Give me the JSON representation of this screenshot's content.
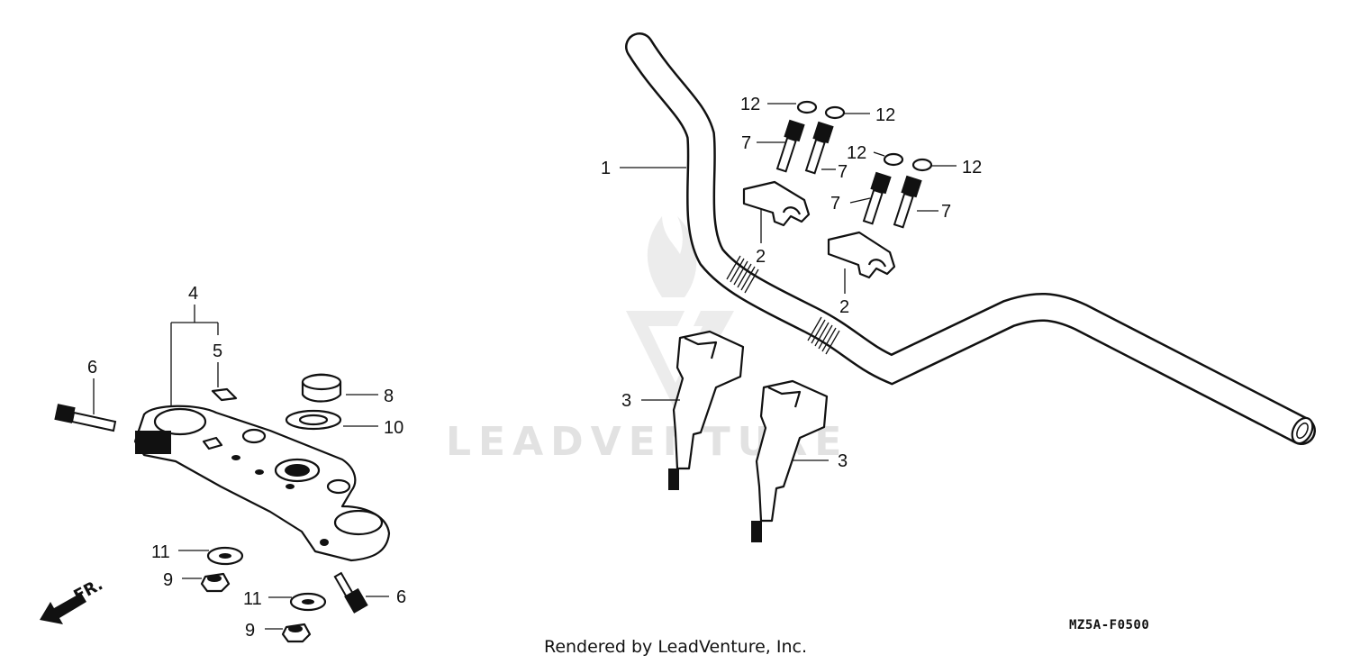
{
  "watermark": {
    "brand": "LEADVENTURE"
  },
  "diagram_code": "MZ5A-F0500",
  "credit": "Rendered by LeadVenture, Inc.",
  "front_indicator": "FR.",
  "callouts": {
    "handlebar": "1",
    "holder_upper_a": "2",
    "holder_upper_b": "2",
    "holder_lower_a": "3",
    "holder_lower_b": "3",
    "bridge_top": "4",
    "emblem": "5",
    "bolt_left": "6",
    "bolt_right": "6",
    "bolt_a": "7",
    "bolt_b": "7",
    "bolt_c": "7",
    "bolt_d": "7",
    "nut_stem": "8",
    "nut_a": "9",
    "nut_b": "9",
    "washer_stem": "10",
    "washer_a": "11",
    "washer_b": "11",
    "cap_a": "12",
    "cap_b": "12",
    "cap_c": "12",
    "cap_d": "12"
  }
}
